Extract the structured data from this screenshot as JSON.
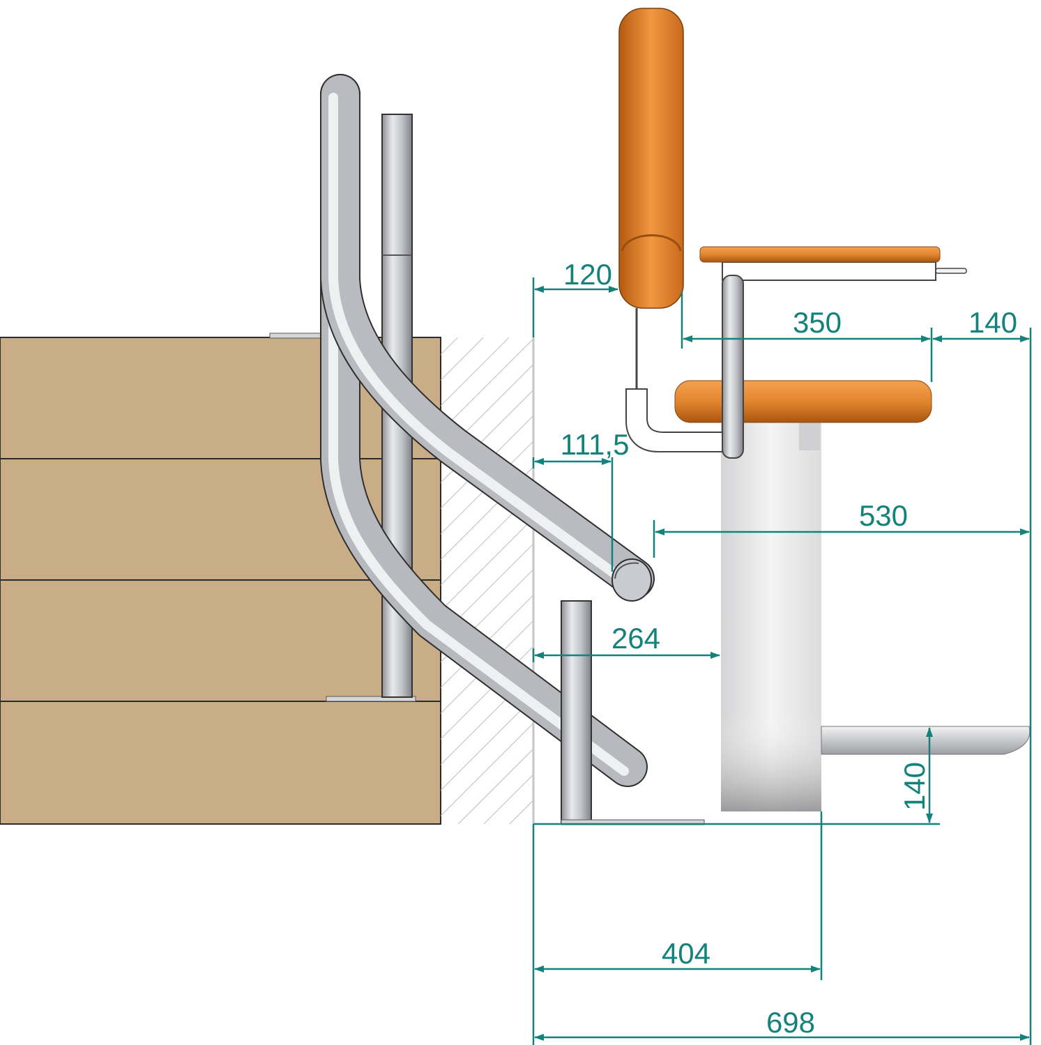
{
  "colors": {
    "stairs": "#c8ad87",
    "stair_edge": "#2b2b2b",
    "dimension": "#13827a",
    "upholstery": "#e58a32",
    "upholstery_dark": "#b75f14",
    "metal": "#c9cbd0",
    "hatch": "#bdbdbd"
  },
  "dimensions": {
    "armrest_offset": "120",
    "seat_depth": "350",
    "seat_overhang": "140",
    "rail_clearance": "111,5",
    "rail_to_chair": "530",
    "rail_post_gap": "264",
    "footrest_height": "140",
    "footprint_depth": "404",
    "total_depth": "698"
  }
}
